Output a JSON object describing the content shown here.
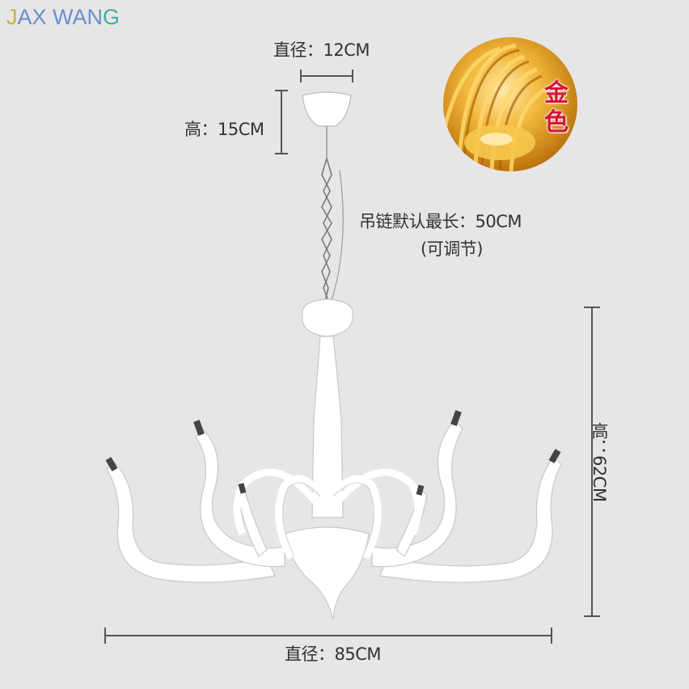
{
  "brand": {
    "part1": "J",
    "part2": "AX WAN",
    "part3": "G"
  },
  "dimensions": {
    "canopy_diameter": "直径：12CM",
    "canopy_height": "高：15CM",
    "chain_length": "吊链默认最长：50CM",
    "chain_adjustable": "(可调节)",
    "total_height": "高：62CM",
    "total_diameter": "直径：85CM"
  },
  "finish": {
    "label": "金色",
    "color": "#d2143c"
  },
  "colors": {
    "background": "#e6e6e6",
    "lines": "#555555",
    "lamp": "#ffffff"
  }
}
